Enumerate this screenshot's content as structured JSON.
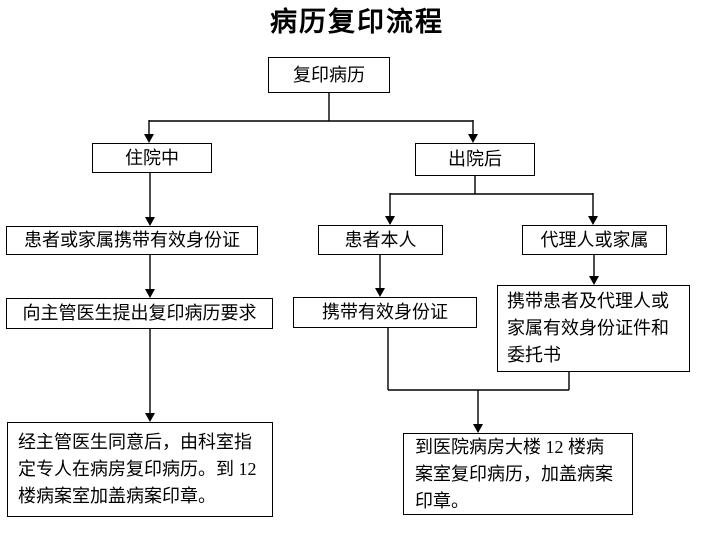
{
  "title": "病历复印流程",
  "nodes": {
    "copy": {
      "label": "复印病历"
    },
    "inpatient": {
      "label": "住院中"
    },
    "discharged": {
      "label": "出院后"
    },
    "inpatient_id": {
      "label": "患者或家属携带有效身份证"
    },
    "inpatient_request": {
      "label": "向主管医生提出复印病历要求"
    },
    "inpatient_result": {
      "label": "经主管医生同意后，由科室指定专人在病房复印病历。到 12 楼病案室加盖病案印章。"
    },
    "patient_self": {
      "label": "患者本人"
    },
    "patient_self_id": {
      "label": "携带有效身份证"
    },
    "agent": {
      "label": "代理人或家属"
    },
    "agent_id": {
      "label": "携带患者及代理人或家属有效身份证件和委托书"
    },
    "discharged_result": {
      "label": "到医院病房大楼 12 楼病案室复印病历，加盖病案印章。"
    }
  },
  "colors": {
    "background": "#ffffff",
    "box_fill": "#ffffff",
    "box_border": "#000000",
    "line": "#000000",
    "text": "#000000"
  }
}
